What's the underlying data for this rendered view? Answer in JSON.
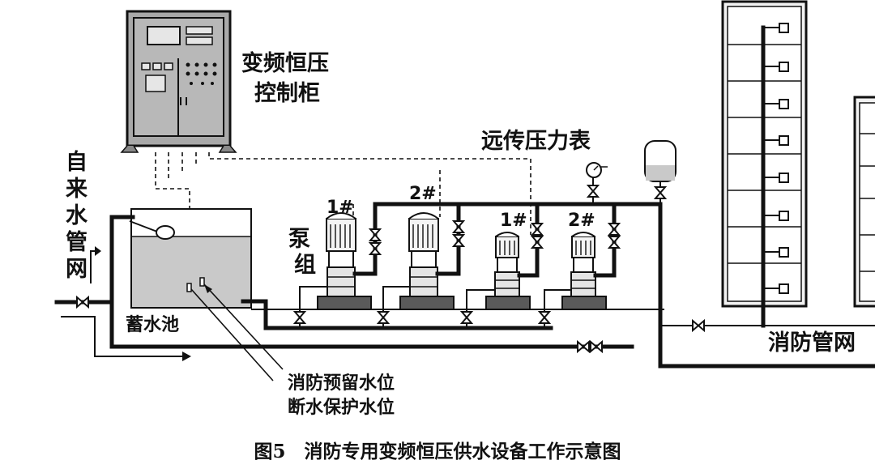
{
  "labels": {
    "control_cabinet": [
      "变频恒压",
      "控制柜"
    ],
    "remote_gauge": "远传压力表",
    "tap_water_network": [
      "自",
      "来",
      "水",
      "管",
      "网"
    ],
    "pump_group": [
      "泵",
      "组"
    ],
    "storage_tank": "蓄水池",
    "fire_network": "消防管网",
    "fire_reserve_level": "消防预留水位",
    "cutoff_protection_level": "断水保护水位",
    "pump_ids": [
      "1#",
      "2#",
      "1#",
      "2#"
    ]
  },
  "caption": "图5　消防专用变频恒压供水设备工作示意图",
  "colors": {
    "line": "#111111",
    "cabinet_fill": "#a9a9a9",
    "water_fill": "#c9c9c9",
    "building_fill": "#f2f2f2"
  }
}
